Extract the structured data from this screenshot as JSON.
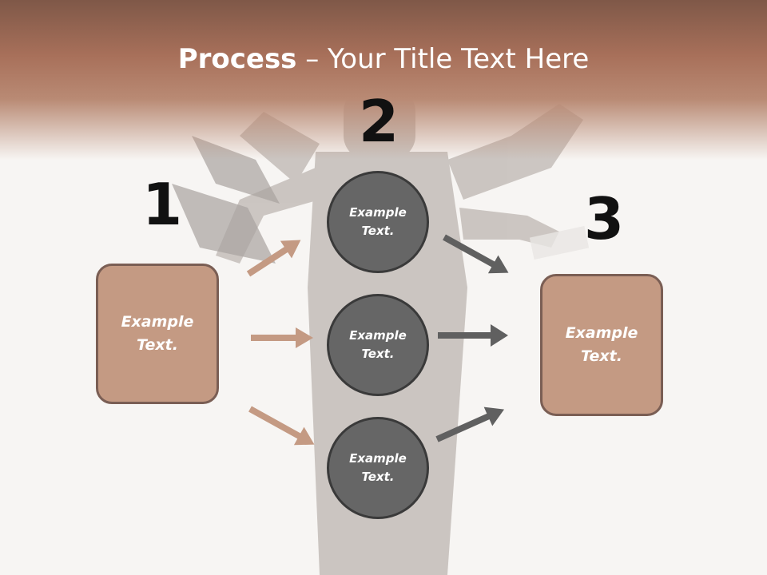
{
  "title": {
    "bold": "Process",
    "rest": " – Your Title Text Here"
  },
  "steps": [
    {
      "number": "1"
    },
    {
      "number": "2"
    },
    {
      "number": "3"
    }
  ],
  "input_box": {
    "text": "Example Text."
  },
  "circles": [
    {
      "text": "Example Text."
    },
    {
      "text": "Example Text."
    },
    {
      "text": "Example Text."
    }
  ],
  "output_box": {
    "text": "Example Text."
  },
  "colors": {
    "header": "#a8705a",
    "box_fill": "#c49a83",
    "box_border": "#7a5e54",
    "circle_fill": "#666666",
    "circle_border": "#3a3a3a",
    "arrow_left": "#c49a83",
    "arrow_right": "#606060"
  }
}
